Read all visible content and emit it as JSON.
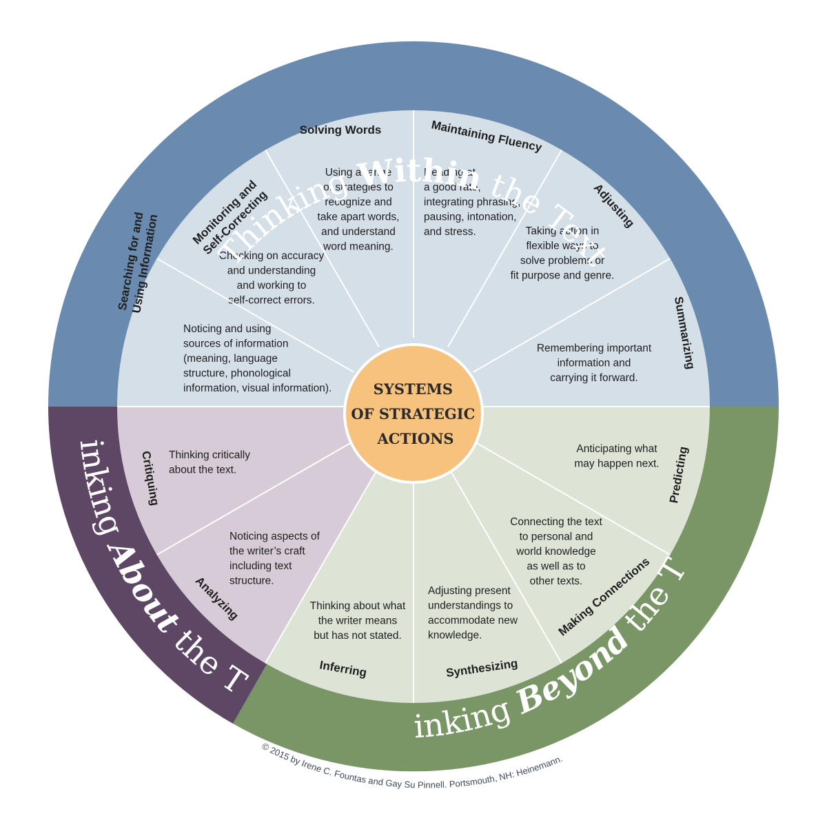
{
  "center": {
    "lines": [
      "SYSTEMS",
      "OF STRATEGIC",
      "ACTIONS"
    ]
  },
  "bands": {
    "within": {
      "pre": "Thinking ",
      "bold": "Within",
      "post": " the Text"
    },
    "about": {
      "pre": "Thinking ",
      "bold": "About",
      "post": " the Text"
    },
    "beyond": {
      "pre": "Thinking ",
      "bold": "Beyond",
      "post": " the Text"
    }
  },
  "segments": [
    {
      "id": "searching",
      "group": "within",
      "title": [
        "Searching for and",
        "Using Information"
      ],
      "desc": [
        "Noticing and using",
        "sources of information",
        "(meaning, language",
        "structure, phonological",
        "information, visual information)."
      ]
    },
    {
      "id": "monitoring",
      "group": "within",
      "title": [
        "Monitoring and",
        "Self-Correcting"
      ],
      "desc": [
        "Checking on accuracy",
        "and understanding",
        "and working to",
        "self-correct errors."
      ]
    },
    {
      "id": "solving",
      "group": "within",
      "title": [
        "Solving Words"
      ],
      "desc": [
        "Using a range",
        "of strategies to",
        "recognize and",
        "take apart words,",
        "and understand",
        "word meaning."
      ]
    },
    {
      "id": "fluency",
      "group": "within",
      "title": [
        "Maintaining Fluency"
      ],
      "desc": [
        "Reading at",
        "a good rate,",
        "integrating phrasing,",
        "pausing, intonation,",
        "and stress."
      ]
    },
    {
      "id": "adjusting",
      "group": "within",
      "title": [
        "Adjusting"
      ],
      "desc": [
        "Taking action in",
        "flexible ways to",
        "solve problems or",
        "fit purpose and genre."
      ]
    },
    {
      "id": "summarizing",
      "group": "within",
      "title": [
        "Summarizing"
      ],
      "desc": [
        "Remembering important",
        "information and",
        "carrying it forward."
      ]
    },
    {
      "id": "predicting",
      "group": "beyond",
      "title": [
        "Predicting"
      ],
      "desc": [
        "Anticipating what",
        "may happen next."
      ]
    },
    {
      "id": "connections",
      "group": "beyond",
      "title": [
        "Making Connections"
      ],
      "desc": [
        "Connecting the text",
        "to personal and",
        "world knowledge",
        "as well as to",
        "other texts."
      ]
    },
    {
      "id": "synthesizing",
      "group": "beyond",
      "title": [
        "Synthesizing"
      ],
      "desc": [
        "Adjusting present",
        "understandings to",
        "accommodate new",
        "knowledge."
      ]
    },
    {
      "id": "inferring",
      "group": "beyond",
      "title": [
        "Inferring"
      ],
      "desc": [
        "Thinking about what",
        "the writer means",
        "but has not stated."
      ]
    },
    {
      "id": "analyzing",
      "group": "about",
      "title": [
        "Analyzing"
      ],
      "desc": [
        "Noticing aspects of",
        "the writer’s craft",
        "including text",
        "structure."
      ]
    },
    {
      "id": "critiquing",
      "group": "about",
      "title": [
        "Critiquing"
      ],
      "desc": [
        "Thinking critically",
        "about the text."
      ]
    }
  ],
  "copyright": "© 2015 by Irene C. Fountas and Gay Su Pinnell. Portsmouth, NH: Heinemann.",
  "colors": {
    "within_band": "#6a8baf",
    "within_fill": "#d5dfe8",
    "about_band": "#5e4764",
    "about_fill": "#d6cbd6",
    "beyond_band": "#7a9667",
    "beyond_fill": "#dde4d5",
    "center": "#f7c27e",
    "divider": "#ffffff"
  }
}
